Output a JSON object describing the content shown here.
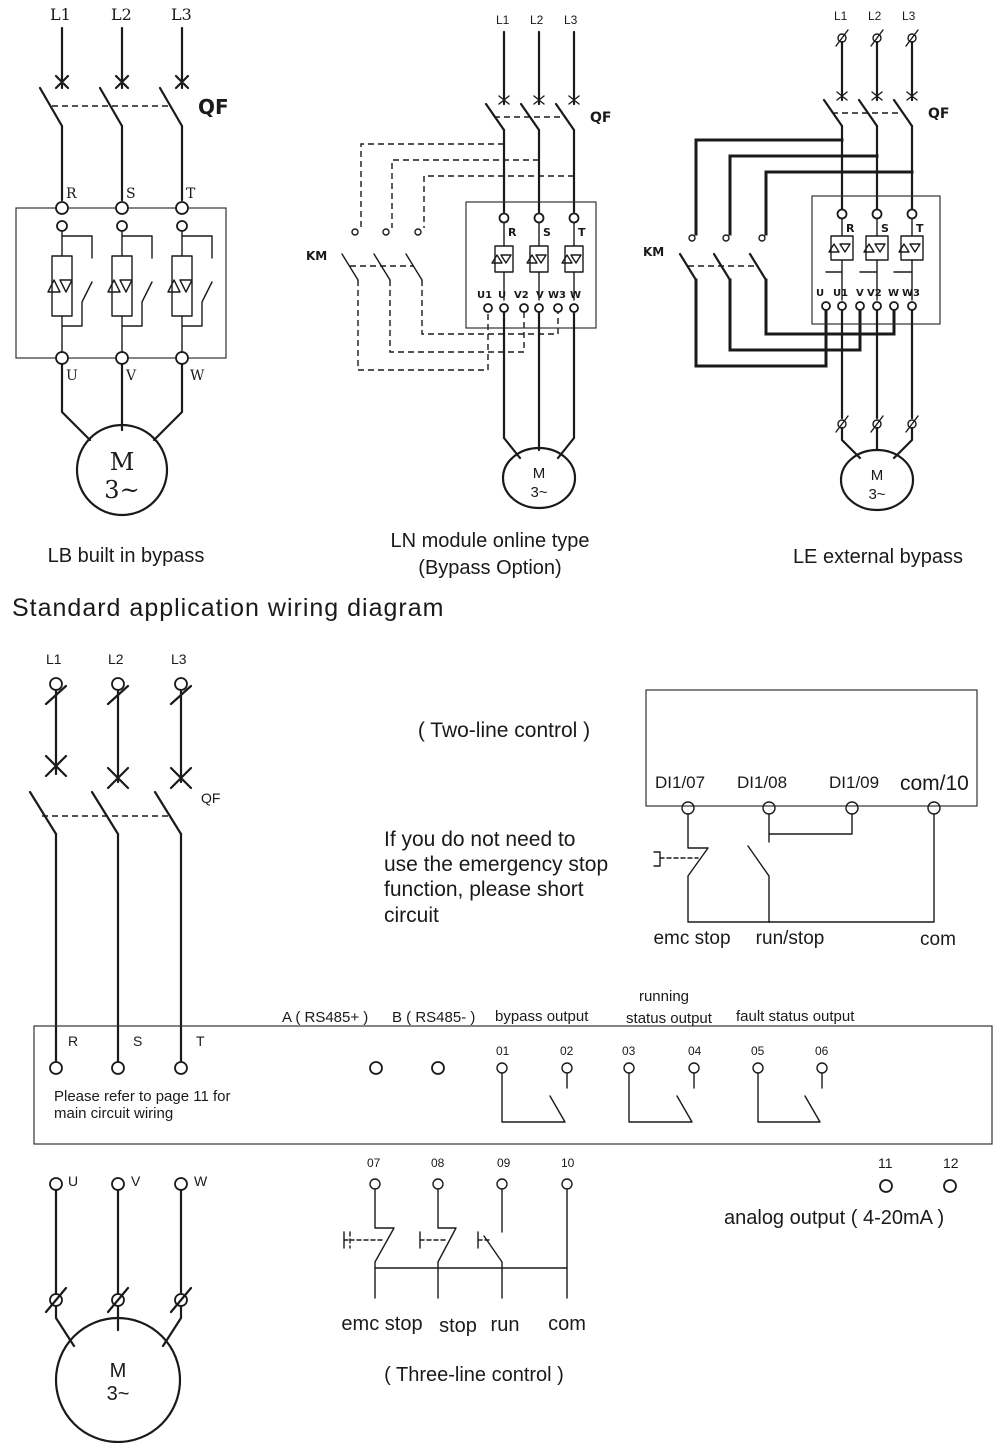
{
  "diagrams": {
    "lb": {
      "phases": [
        "L1",
        "L2",
        "L3"
      ],
      "breaker": "QF",
      "inputs": [
        "R",
        "S",
        "T"
      ],
      "outputs": [
        "U",
        "V",
        "W"
      ],
      "motor_name": "M",
      "motor_type": "3~",
      "caption": "LB built in bypass"
    },
    "ln": {
      "phases": [
        "L1",
        "L2",
        "L3"
      ],
      "breaker": "QF",
      "contactor": "KM",
      "inputs": [
        "R",
        "S",
        "T"
      ],
      "terminals": [
        "U1",
        "U",
        "V2",
        "V",
        "W3",
        "W"
      ],
      "motor_name": "M",
      "motor_type": "3~",
      "caption_line1": "LN module online type",
      "caption_line2": "(Bypass Option)"
    },
    "le": {
      "phases": [
        "L1",
        "L2",
        "L3"
      ],
      "breaker": "QF",
      "contactor": "KM",
      "inputs": [
        "R",
        "S",
        "T"
      ],
      "terminals": [
        "U",
        "U1",
        "V",
        "V2",
        "W",
        "W3"
      ],
      "motor_name": "M",
      "motor_type": "3~",
      "caption": "LE external bypass"
    }
  },
  "section_title": "Standard application wiring diagram",
  "standard": {
    "phases": [
      "L1",
      "L2",
      "L3"
    ],
    "breaker": "QF",
    "inputs": [
      "R",
      "S",
      "T"
    ],
    "outputs": [
      "U",
      "V",
      "W"
    ],
    "main_note_line1": "Please refer to page 11 for",
    "main_note_line2": "main circuit wiring",
    "rs485_a": "A ( RS485+ )",
    "rs485_b": "B ( RS485- )",
    "bypass_output": "bypass output",
    "running_status_line1": "running",
    "running_status_line2": "status output",
    "fault_status_output": "fault status output",
    "relay_terminals": [
      "01",
      "02",
      "03",
      "04",
      "05",
      "06"
    ],
    "control_terminals": [
      "07",
      "08",
      "09",
      "10"
    ],
    "analog_terminals": [
      "11",
      "12"
    ],
    "analog_output": "analog output ( 4-20mA )",
    "motor_name": "M",
    "motor_type": "3~"
  },
  "two_line": {
    "title": "( Two-line control )",
    "terminals": [
      "DI1/07",
      "DI1/08",
      "DI1/09",
      "com/10"
    ],
    "note_lines": [
      "If you do not need to",
      "use the emergency stop",
      "function, please short",
      "circuit"
    ],
    "bottom_labels": [
      "emc stop",
      "run/stop",
      "com"
    ]
  },
  "three_line": {
    "title": "( Three-line control )",
    "bottom_labels": [
      "emc stop",
      "stop",
      "run",
      "com"
    ]
  }
}
